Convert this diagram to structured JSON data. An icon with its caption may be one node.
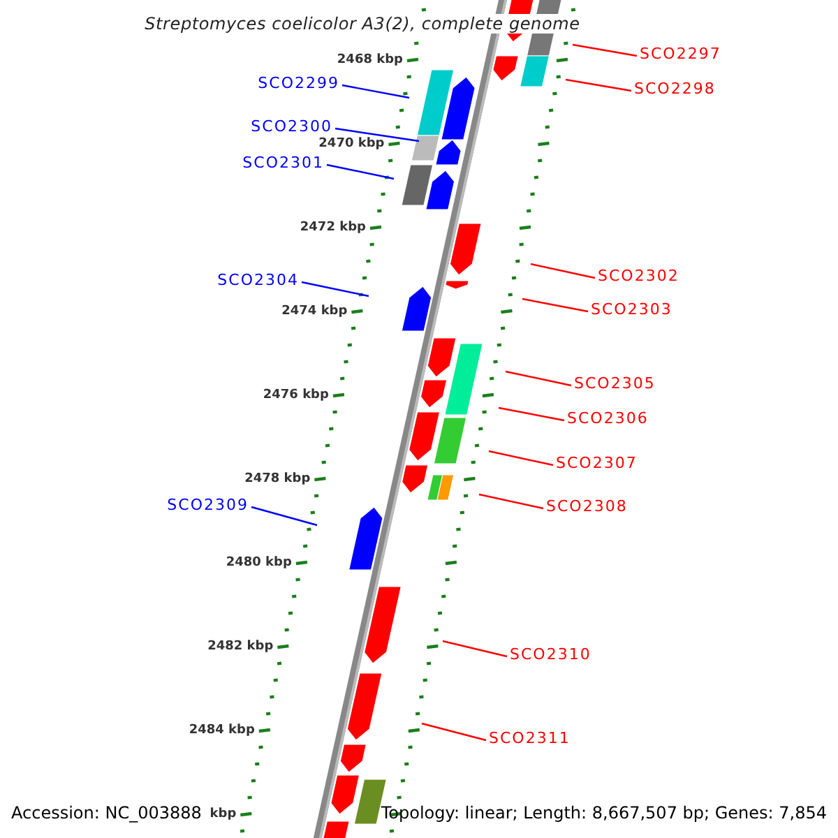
{
  "diagram": {
    "title": "Streptomyces coelicolor A3(2), complete genome",
    "nodes": [
      {
        "text": [
          "SCO2297"
        ]
      },
      {
        "text": [
          "SCO2298"
        ]
      },
      {
        "text": [
          "SCO2299"
        ]
      },
      {
        "text": [
          "SCO2300"
        ]
      },
      {
        "text": [
          "SCO2301"
        ]
      },
      {
        "text": [
          "SCO2302"
        ]
      },
      {
        "text": [
          "SCO2303"
        ]
      },
      {
        "text": [
          "SCO2304"
        ]
      },
      {
        "text": [
          "SCO2305"
        ]
      },
      {
        "text": [
          "SCO2306"
        ]
      },
      {
        "text": [
          "SCO2307"
        ]
      },
      {
        "text": [
          "SCO2308"
        ]
      },
      {
        "text": [
          "SCO2309"
        ]
      },
      {
        "text": [
          "SCO2310"
        ]
      },
      {
        "text": [
          "SCO2311"
        ]
      }
    ],
    "edges": [
      {
        "from": 0,
        "to": null,
        "arrow": "none"
      },
      {
        "from": 1,
        "to": null,
        "arrow": "none"
      },
      {
        "from": 2,
        "to": null,
        "arrow": "none",
        "color": "#0000ff"
      },
      {
        "from": 3,
        "to": null,
        "arrow": "none",
        "color": "#0000ff"
      },
      {
        "from": 4,
        "to": null,
        "arrow": "none",
        "color": "#0000ff"
      },
      {
        "from": 5,
        "to": null,
        "arrow": "none"
      },
      {
        "from": 6,
        "to": null,
        "arrow": "none"
      },
      {
        "from": 7,
        "to": null,
        "arrow": "none",
        "color": "#0000ff"
      },
      {
        "from": 8,
        "to": null,
        "arrow": "none"
      },
      {
        "from": 9,
        "to": null,
        "arrow": "none"
      },
      {
        "from": 10,
        "to": null,
        "arrow": "none"
      },
      {
        "from": 11,
        "to": null,
        "arrow": "none"
      },
      {
        "from": 12,
        "to": null,
        "arrow": "none",
        "color": "#0000ff"
      },
      {
        "from": 13,
        "to": null,
        "arrow": "none"
      },
      {
        "from": 14,
        "to": null,
        "arrow": "none"
      }
    ],
    "labels": [
      "2468 kbp",
      "2470 kbp",
      "2472 kbp",
      "2474 kbp",
      "2476 kbp",
      "2478 kbp",
      "2480 kbp",
      "2482 kbp",
      "2484 kbp",
      "kbp",
      "Accession: NC_003888",
      "Topology: linear; Length: 8,667,507 bp; Genes: 7,854"
    ]
  }
}
